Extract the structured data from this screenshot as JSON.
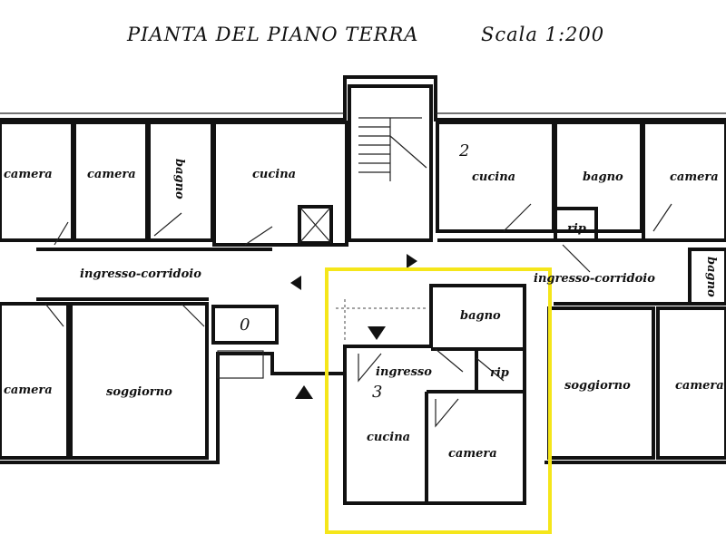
{
  "title": "PIANTA DEL PIANO TERRA",
  "scale": "Scala 1:200",
  "highlight_color": "#f5e61a",
  "rooms": {
    "left_camera_1": "camera",
    "left_camera_2": "camera",
    "left_bagno": "bagno",
    "left_cucina": "cucina",
    "left_corridor": "ingresso-corridoio",
    "left_zero": "0",
    "left_camera_3": "camera",
    "left_soggiorno": "soggiorno",
    "unit2_number": "2",
    "right_cucina": "cucina",
    "right_bagno": "bagno",
    "right_camera_1": "camera",
    "right_rip": "rip",
    "right_corridor": "ingresso-corridoio",
    "right_bagno_2": "bagno",
    "right_soggiorno": "soggiorno",
    "right_camera_2": "camera",
    "unit3_number": "3",
    "unit3_bagno": "bagno",
    "unit3_ingresso": "ingresso",
    "unit3_rip": "rip",
    "unit3_cucina": "cucina",
    "unit3_camera": "camera"
  }
}
